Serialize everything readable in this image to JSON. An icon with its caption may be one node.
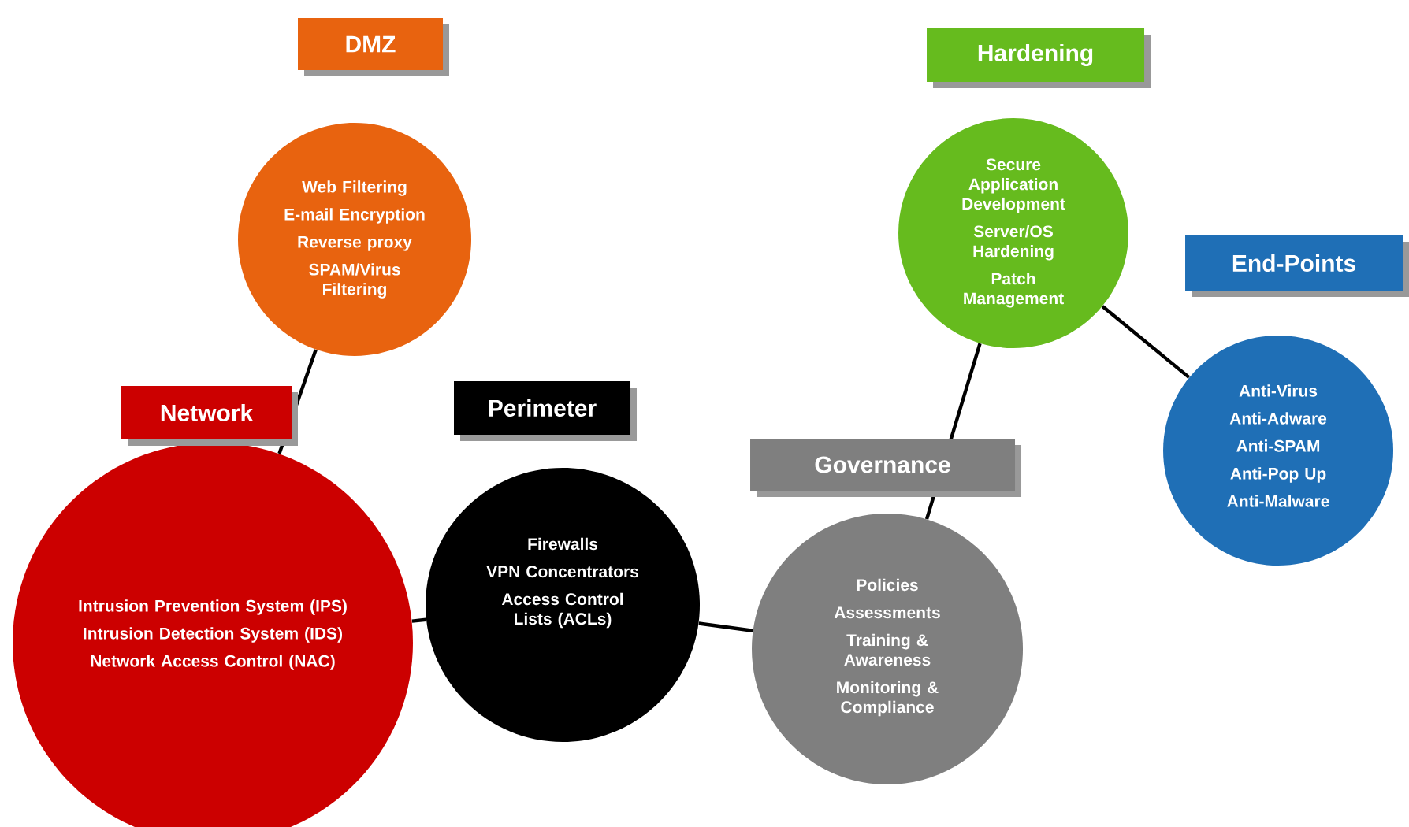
{
  "diagram": {
    "nodes": [
      {
        "text": [
          "DMZ",
          "Web Filtering",
          "E-mail Encryption",
          "Reverse proxy",
          "SPAM/Virus Filtering"
        ]
      },
      {
        "text": [
          "Network",
          "Intrusion Prevention System (IPS)",
          "Intrusion Detection System (IDS)",
          "Network Access Control (NAC)"
        ]
      },
      {
        "text": [
          "Perimeter",
          "Firewalls",
          "VPN Concentrators",
          "Access Control Lists (ACLs)"
        ]
      },
      {
        "text": [
          "Governance",
          "Policies",
          "Assessments",
          "Training & Awareness",
          "Monitoring & Compliance"
        ]
      },
      {
        "text": [
          "Hardening",
          "Secure Application Development",
          "Server/OS Hardening",
          "Patch Management"
        ]
      },
      {
        "text": [
          "End-Points",
          "Anti-Virus",
          "Anti-Adware",
          "Anti-SPAM",
          "Anti-Pop Up",
          "Anti-Malware"
        ]
      }
    ],
    "edges": [
      {
        "from": 0,
        "to": 1,
        "arrow": "none"
      },
      {
        "from": 1,
        "to": 2,
        "arrow": "none"
      },
      {
        "from": 2,
        "to": 3,
        "arrow": "none"
      },
      {
        "from": 3,
        "to": 4,
        "arrow": "none"
      },
      {
        "from": 4,
        "to": 5,
        "arrow": "none"
      }
    ]
  }
}
